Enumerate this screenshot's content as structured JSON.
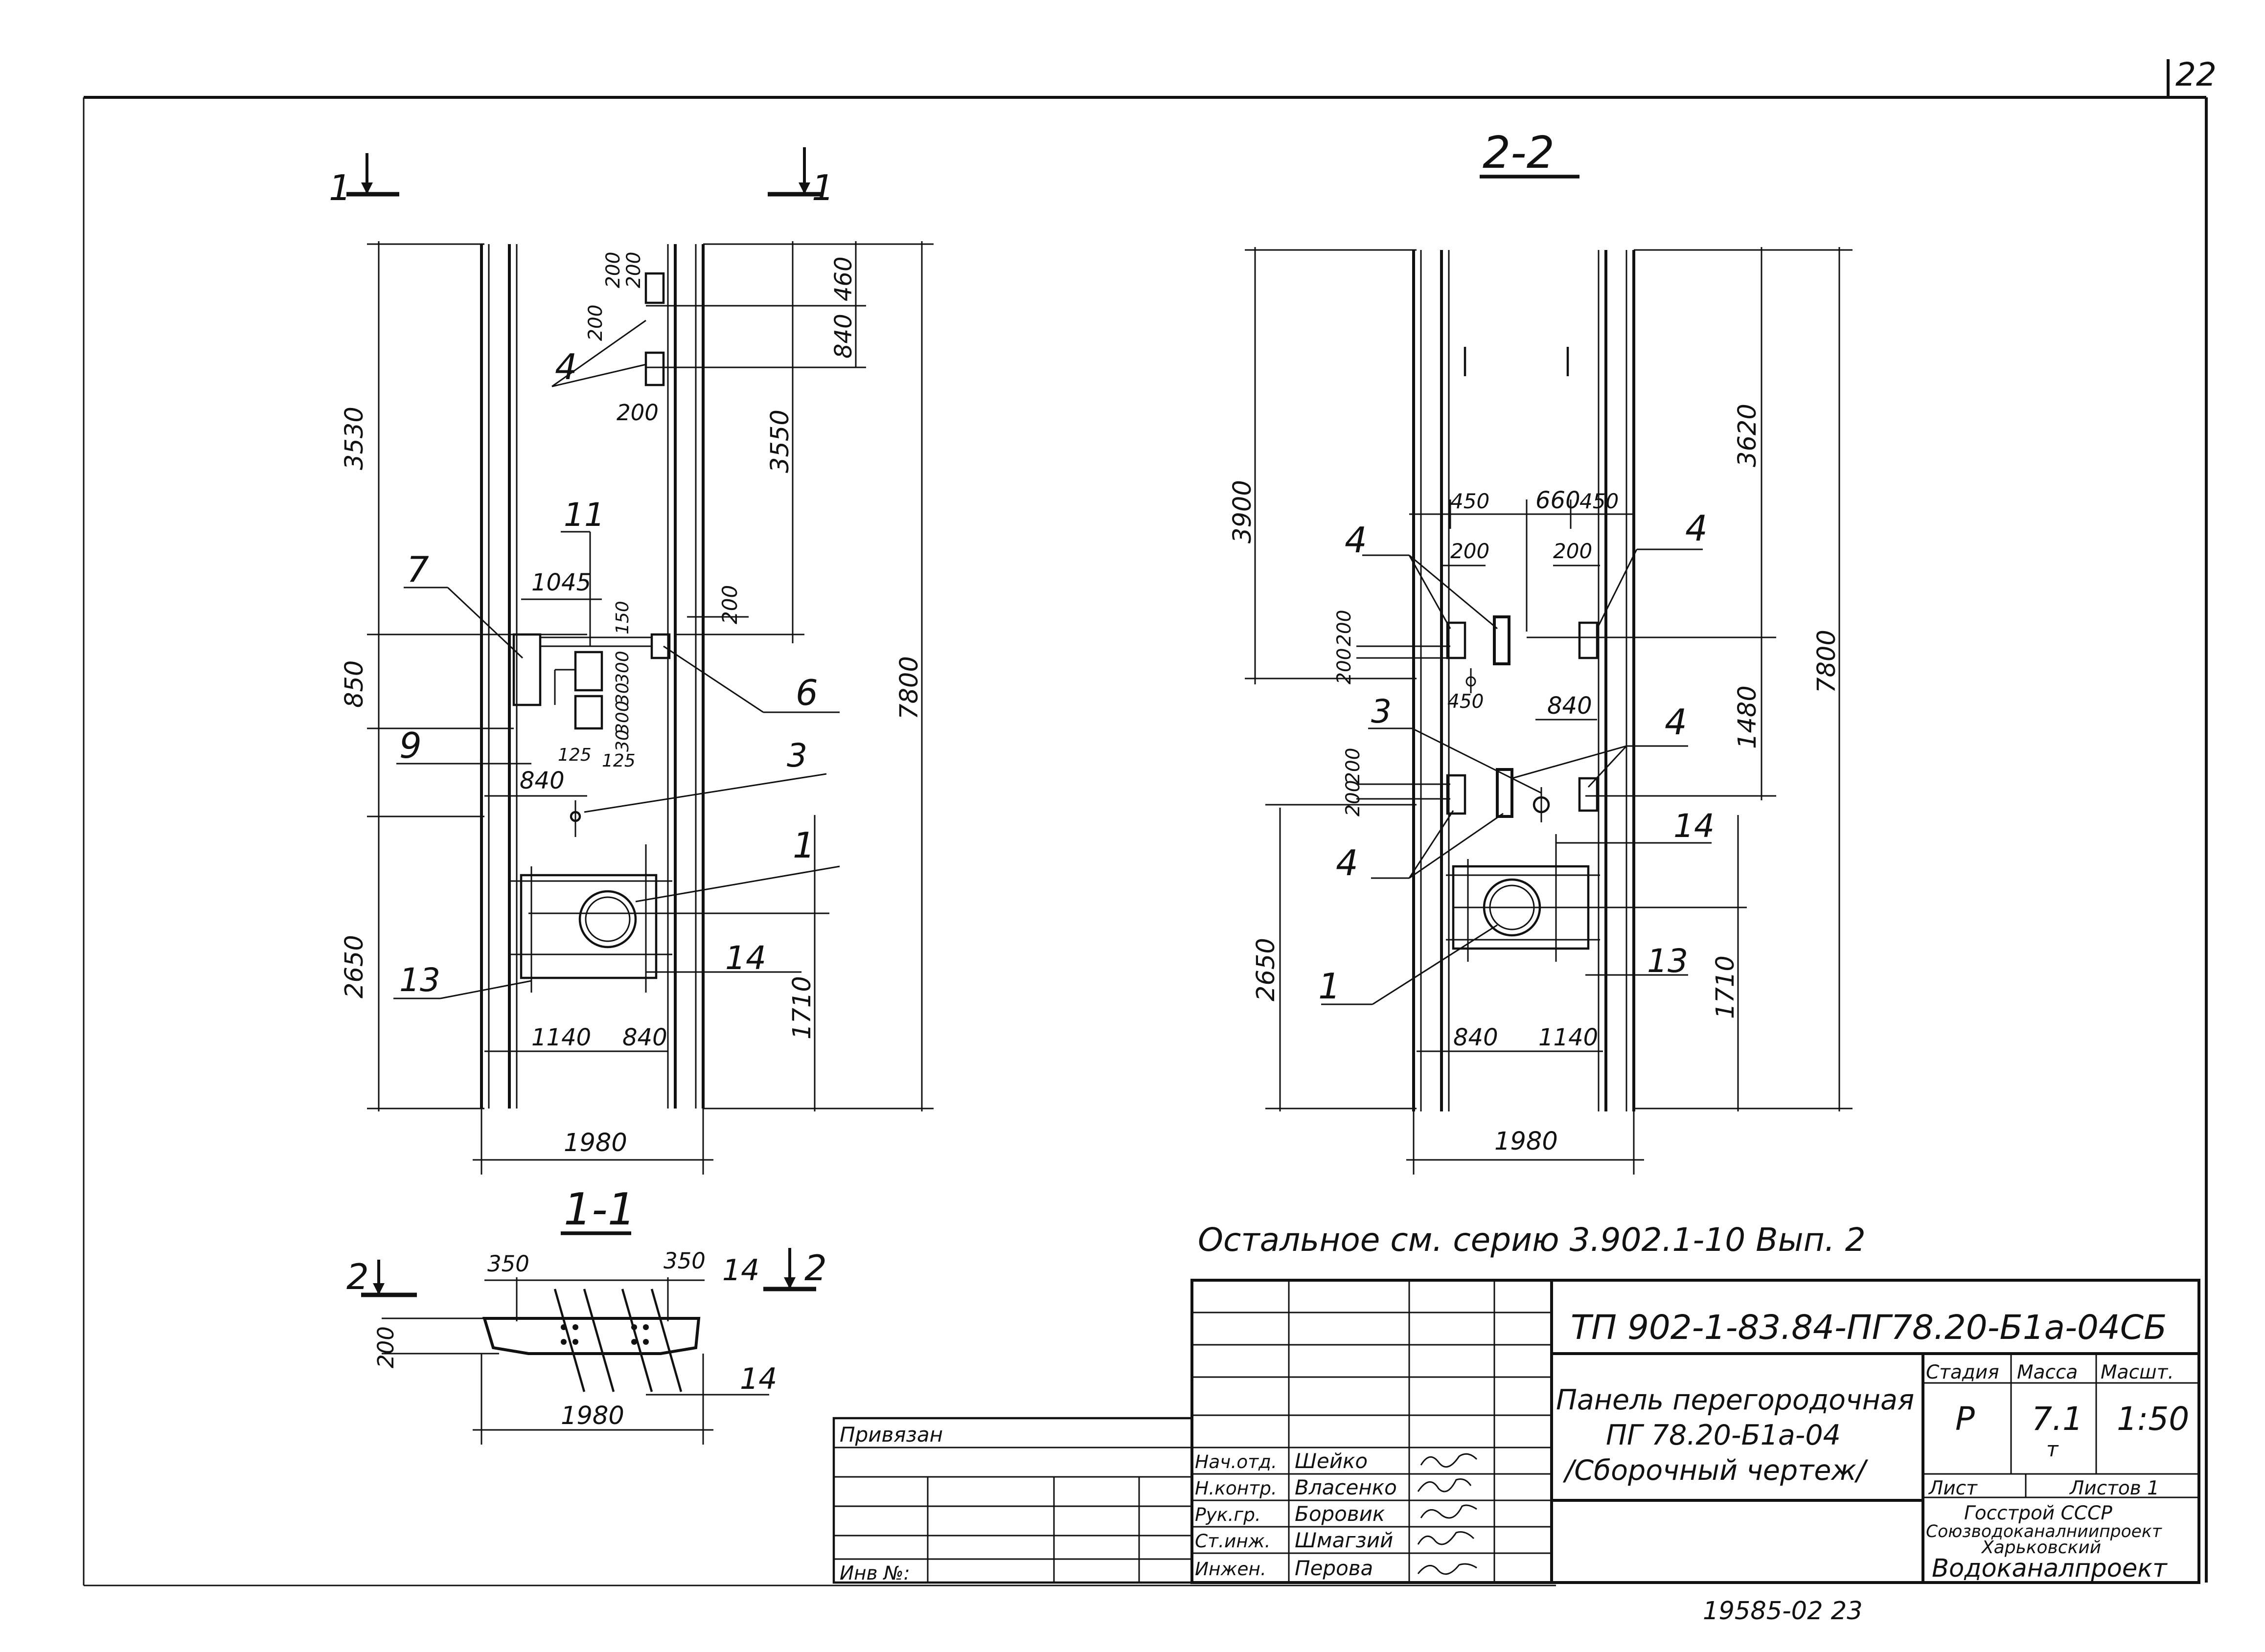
{
  "sheet_number": "22",
  "views": {
    "elev_1": {
      "cut_left": "1",
      "cut_right": "1"
    },
    "elev_2": {
      "title": "2-2"
    },
    "sec_1": {
      "title": "1-1",
      "cut_left": "2",
      "cut_right": "2"
    }
  },
  "elev1_dims": {
    "h3530": "3530",
    "h850": "850",
    "h2650": "2650",
    "h3550": "3550",
    "h7800": "7800",
    "h1710": "1710",
    "h460": "460",
    "h840v": "840",
    "w200a": "200",
    "w200b": "200",
    "w200c": "200",
    "w200d": "200",
    "w200e": "200",
    "w1045": "1045",
    "v150": "150",
    "v300a": "300",
    "v300b": "300",
    "v30a": "30",
    "v30b": "30",
    "w125a": "125",
    "w125b": "125",
    "w840": "840",
    "w1140": "1140",
    "w840b": "840",
    "w1980": "1980"
  },
  "elev1_labels": {
    "p4": "4",
    "p7": "7",
    "p11": "11",
    "p6": "6",
    "p9": "9",
    "p3": "3",
    "p1": "1",
    "p13": "13",
    "p14": "14"
  },
  "elev2_dims": {
    "h3900": "3900",
    "h2650": "2650",
    "h3620": "3620",
    "h1480": "1480",
    "h7800": "7800",
    "h1710": "1710",
    "w450a": "450",
    "w660": "660",
    "w450b": "450",
    "w200a": "200",
    "w200b": "200",
    "v200a": "200",
    "v200b": "200",
    "v200c": "200",
    "v200d": "200",
    "w450c": "450",
    "w840": "840",
    "w840b": "840",
    "w1140": "1140",
    "w1980": "1980"
  },
  "elev2_labels": {
    "p4a": "4",
    "p4b": "4",
    "p4c": "4",
    "p4d": "4",
    "p3": "3",
    "p14": "14",
    "p1": "1",
    "p13": "13"
  },
  "sec1_dims": {
    "w350a": "350",
    "w350b": "350",
    "h200": "200",
    "w1980": "1980",
    "p14a": "14",
    "p14b": "14"
  },
  "note": "Остальное  см. серию  3.902.1-10  Вып. 2",
  "title_block": {
    "doc_code": "ТП 902-1-83.84-ПГ78.20-Б1а-04СБ",
    "title1": "Панель перегородочная",
    "title2": "ПГ 78.20-Б1а-04",
    "title3": "/Сборочный чертеж/",
    "stage_h": "Стадия",
    "mass_h": "Масса",
    "scale_h": "Масшт.",
    "stage": "Р",
    "mass": "7.1",
    "mass_unit": "т",
    "scale": "1:50",
    "sheet_h": "Лист",
    "sheets_h": "Листов 1",
    "org1": "Госстрой СССР",
    "org2": "Союзводоканалниипроект",
    "org3": "Харьковский",
    "org4": "Водоканалпроект",
    "privyazan": "Привязан",
    "inv": "Инв №:",
    "roles": [
      "Нач.отд.",
      "Н.контр.",
      "Рук.гр.",
      "Ст.инж.",
      "Инжен."
    ],
    "names": [
      "Шейко",
      "Власенко",
      "Боровик",
      "Шмагзий",
      "Перова"
    ]
  },
  "footer_code": "19585-02   23"
}
